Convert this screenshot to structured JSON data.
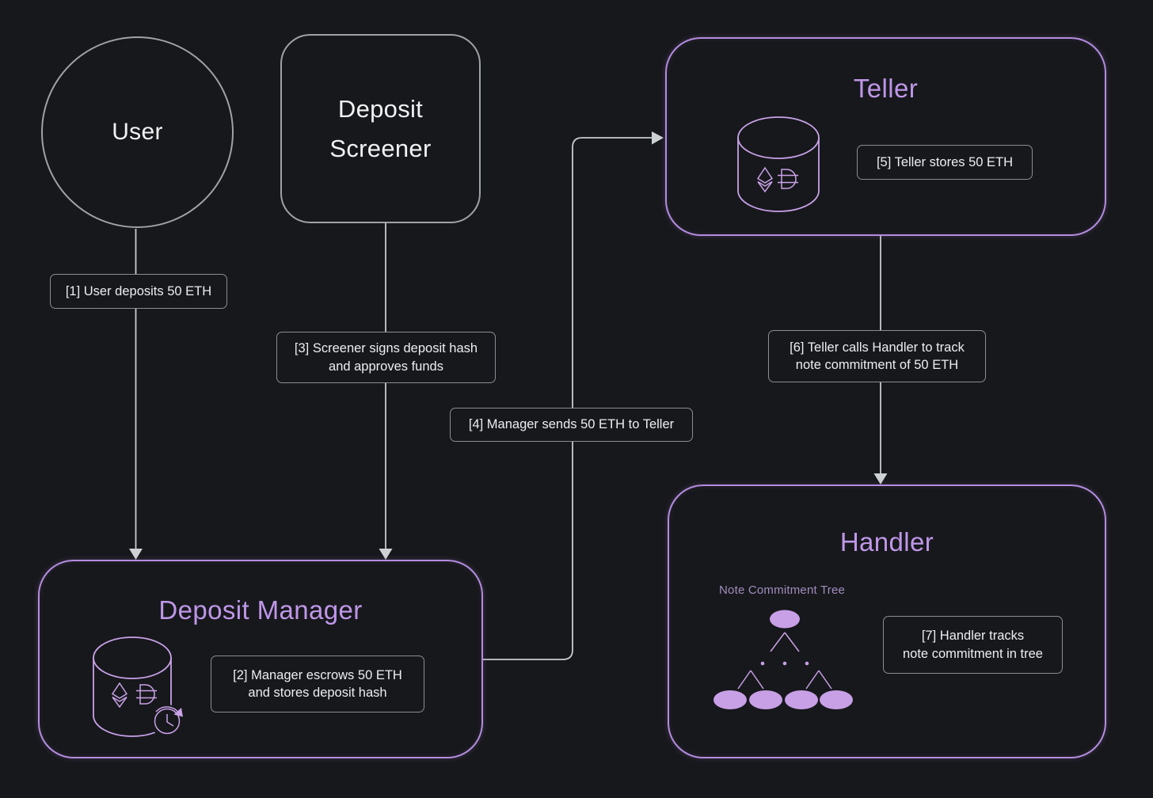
{
  "diagram": {
    "nodes": {
      "user": {
        "label": "User"
      },
      "deposit_screener": {
        "lines": [
          "Deposit",
          "Screener"
        ]
      },
      "teller": {
        "title": "Teller"
      },
      "deposit_manager": {
        "title": "Deposit Manager"
      },
      "handler": {
        "title": "Handler",
        "tree_label": "Note Commitment Tree"
      }
    },
    "steps": [
      {
        "lines": [
          "[1] User deposits 50 ETH"
        ]
      },
      {
        "lines": [
          "[2] Manager escrows 50 ETH",
          "and stores deposit hash"
        ]
      },
      {
        "lines": [
          "[3] Screener signs deposit hash",
          "and approves funds"
        ]
      },
      {
        "lines": [
          "[4] Manager sends 50 ETH to Teller"
        ]
      },
      {
        "lines": [
          "[5] Teller stores 50 ETH"
        ]
      },
      {
        "lines": [
          "[6] Teller calls Handler to track",
          "note commitment of 50 ETH"
        ]
      },
      {
        "lines": [
          "[7] Handler tracks",
          "note commitment in tree"
        ]
      }
    ],
    "icons": {
      "teller_db": "database-eth-dai-icon",
      "manager_db": "database-eth-dai-pending-icon",
      "handler_tree": "merkle-tree-icon"
    },
    "colors": {
      "background": "#17181c",
      "purple_border": "#b48ce0",
      "purple_title": "#bf97e8",
      "purple_icon": "#c9a2e8",
      "tree_fill": "#c8a0e6",
      "tree_label": "#a18dbe",
      "gray_node_border": "#9fa2a6",
      "connector_line": "#c9cbce",
      "arrowhead": "#ced1d4",
      "step_border": "#8a8d92",
      "text": "#eceef0"
    }
  }
}
